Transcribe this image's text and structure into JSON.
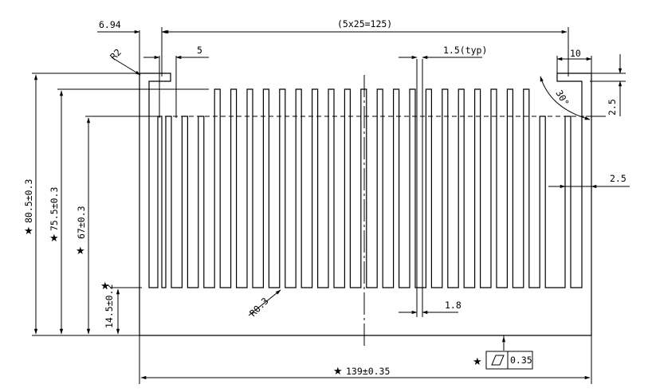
{
  "dimensions": {
    "top_offset": "6.94",
    "pitch_total": "(5x25=125)",
    "slot_width": "5",
    "fin_thickness_typ": "1.5(typ)",
    "right_lip": "10",
    "lip_height": "2.5",
    "side_wall": "2.5",
    "fin_base_thickness": "1.8",
    "corner_radius": "R2",
    "root_radius": "R0.3",
    "angle": "30°",
    "overall_height": "80.5±0.3",
    "fin_height": "75.5±0.3",
    "inner_height": "67±0.3",
    "base_height": "14.5±0.2",
    "overall_width": "139±0.35",
    "flatness_value": "0.35"
  },
  "symbols": {
    "critical_marker": "★",
    "flatness_icon": "flatness-symbol"
  }
}
